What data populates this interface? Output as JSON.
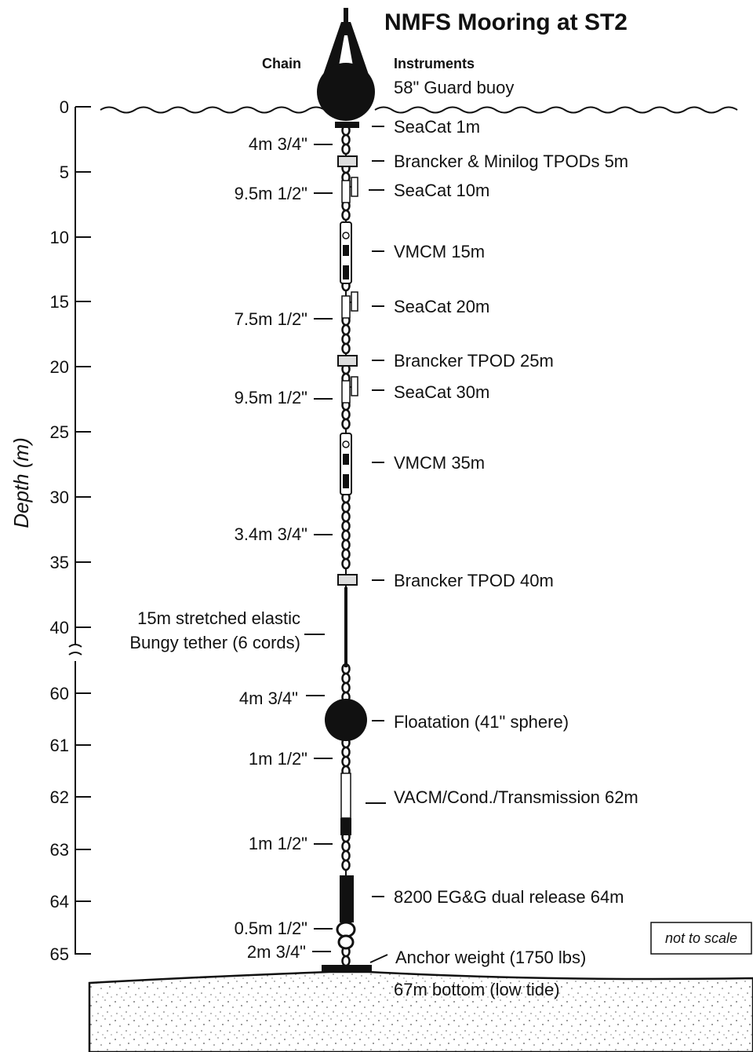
{
  "title": "NMFS Mooring at ST2",
  "column_headers": {
    "chain": "Chain",
    "instruments": "Instruments"
  },
  "surface_label": "58\" Guard buoy",
  "axis": {
    "label": "Depth (m)",
    "ticks": [
      "0",
      "5",
      "10",
      "15",
      "20",
      "25",
      "30",
      "35",
      "40",
      "60",
      "61",
      "62",
      "63",
      "64",
      "65"
    ]
  },
  "instruments": [
    "SeaCat 1m",
    "Brancker & Minilog TPODs 5m",
    "SeaCat 10m",
    "VMCM 15m",
    "SeaCat 20m",
    "Brancker  TPOD 25m",
    "SeaCat 30m",
    "VMCM 35m",
    "Brancker  TPOD 40m",
    "Floatation (41\" sphere)",
    "VACM/Cond./Transmission 62m",
    "8200 EG&G dual release 64m",
    "Anchor weight (1750 lbs)"
  ],
  "chain_segments": [
    "4m 3/4\"",
    "9.5m 1/2\"",
    "7.5m 1/2\"",
    "9.5m 1/2\"",
    "3.4m 3/4\"",
    "4m 3/4\"",
    "1m 1/2\"",
    "1m 1/2\"",
    "0.5m 1/2\"",
    "2m 3/4\""
  ],
  "tether": {
    "line1": "15m stretched elastic",
    "line2": "Bungy tether (6 cords)"
  },
  "bottom_label": "67m bottom (low tide)",
  "scale_note": "not to scale"
}
